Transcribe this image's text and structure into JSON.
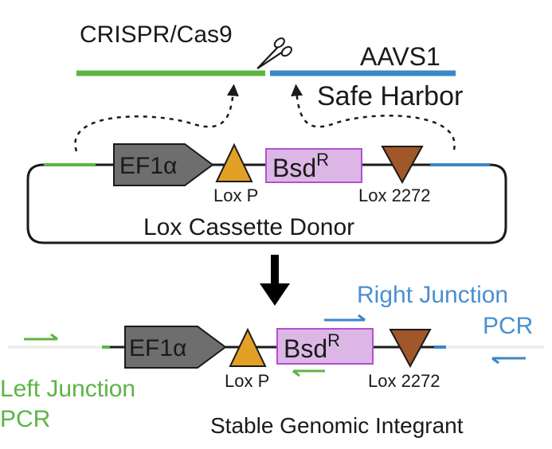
{
  "top": {
    "crispr_label": "CRISPR/Cas9",
    "aavs1_label": "AAVS1",
    "safe_harbor_label": "Safe Harbor"
  },
  "donor": {
    "promoter_label": "EF1α",
    "bsd_label": "Bsd",
    "bsd_superscript": "R",
    "loxp_label": "Lox P",
    "lox2272_label": "Lox 2272",
    "title": "Lox Cassette Donor"
  },
  "product": {
    "promoter_label": "EF1α",
    "bsd_label": "Bsd",
    "bsd_superscript": "R",
    "loxp_label": "Lox P",
    "lox2272_label": "Lox 2272",
    "right_junction_line1": "Right Junction",
    "right_junction_line2": "PCR",
    "left_junction_line1": "Left Junction",
    "left_junction_line2": "PCR",
    "title": "Stable Genomic Integrant"
  },
  "colors": {
    "green": "#5cb444",
    "blue": "#3a86c8",
    "gray_box": "#6e6e6e",
    "loxp_fill": "#e3a027",
    "lox2272_fill": "#a0572a",
    "bsd_fill": "#dcb7e6",
    "bsd_stroke": "#b44fcf",
    "blue_text": "#4a8fd0",
    "green_text": "#5cb444"
  },
  "icons": {
    "scissors": "scissors-icon",
    "arrow_down": "arrow-down-icon"
  }
}
